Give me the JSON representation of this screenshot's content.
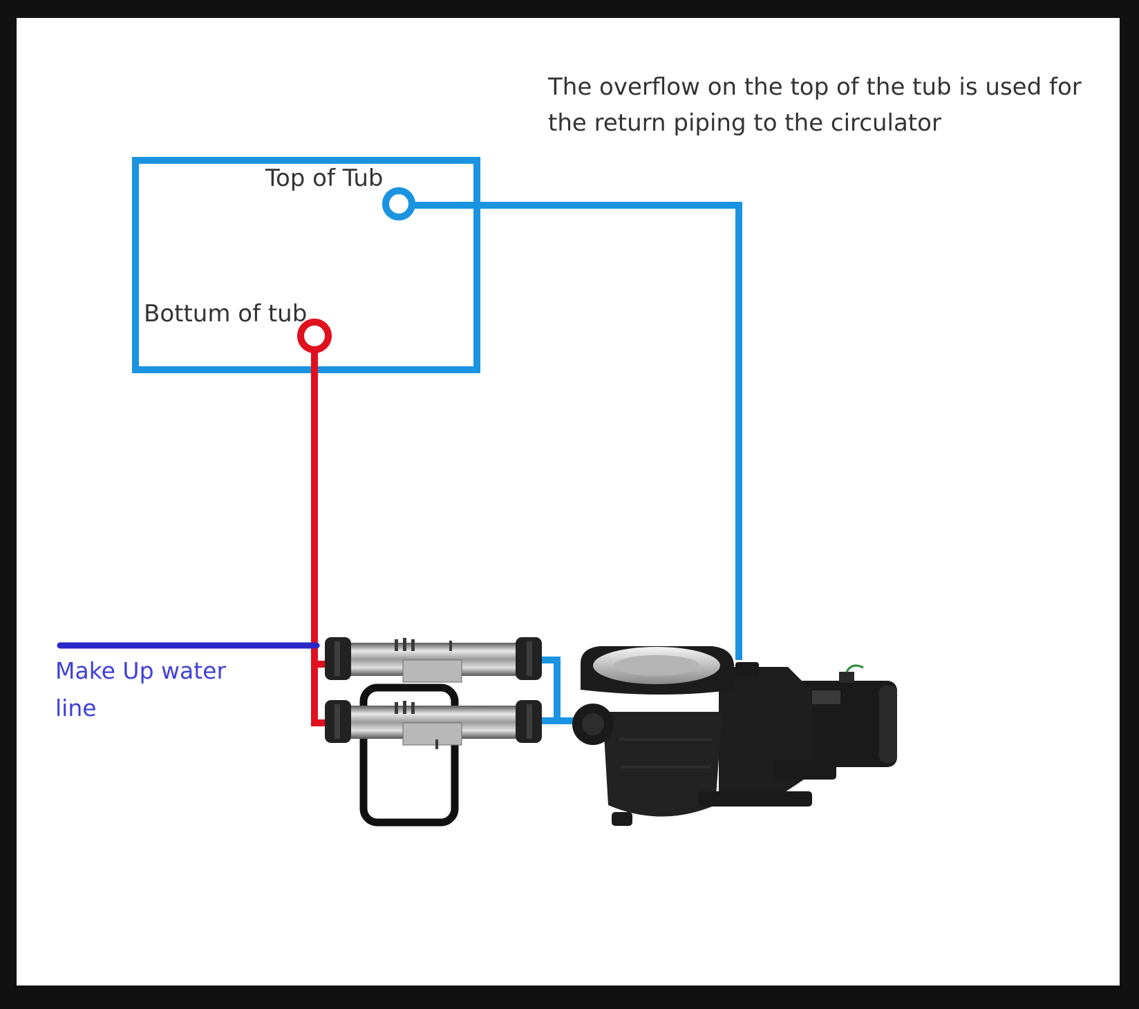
{
  "colors": {
    "frame": "#111111",
    "canvas": "#ffffff",
    "tub_pipe": "#1a93e0",
    "hot_pipe": "#e0101e",
    "makeup_pipe": "#2a28c8",
    "bypass_pipe": "#111111",
    "text": "#333333",
    "makeup_text": "#4040d8"
  },
  "labels": {
    "note": "The overflow on the top of the tub is used for the return piping to the circulator",
    "top_of_tub": "Top of Tub",
    "bottom_of_tub": "Bottum of tub",
    "makeup_line": "Make Up water line"
  },
  "icons": {
    "heater": "spa-heater-icon",
    "pump": "pool-pump-icon"
  }
}
